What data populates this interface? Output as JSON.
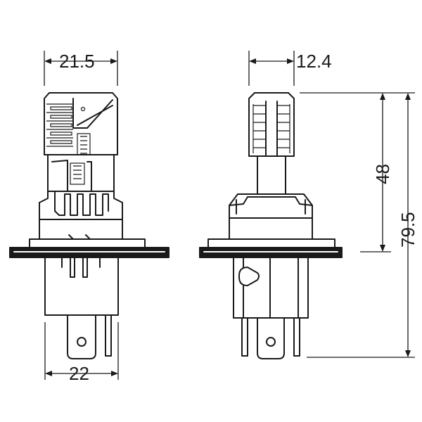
{
  "dimensions": {
    "front_top_width": "21.5",
    "front_bottom_width": "22",
    "side_top_width": "12.4",
    "side_upper_height": "48",
    "side_total_height": "79.5"
  },
  "colors": {
    "line": "#1a1a1a",
    "background": "#ffffff"
  }
}
